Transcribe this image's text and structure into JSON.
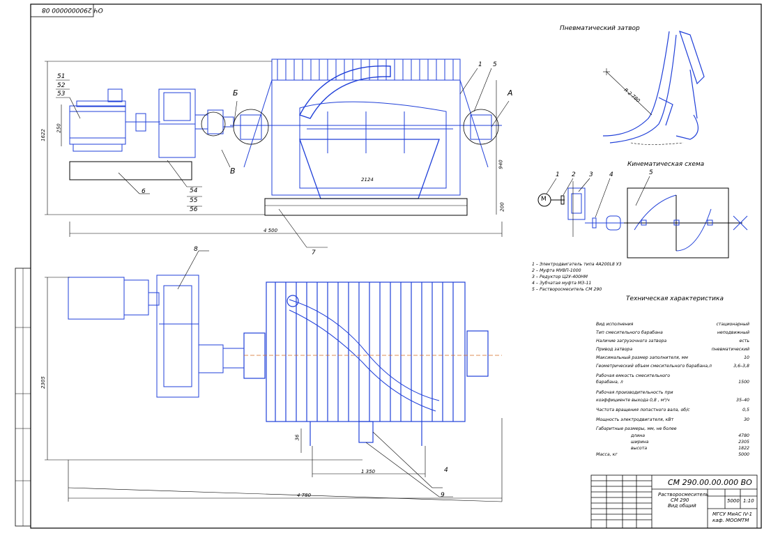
{
  "drawing": {
    "code_top": "ОЧ 2900000000 08",
    "code_main": "СМ 290.00.00.000 ВО",
    "title_lines": [
      "Растворосмеситель",
      "СМ 290",
      "Вид общий"
    ],
    "mass_value": "5000",
    "scale_value": "1:10",
    "org_lines": [
      "МГСУ МиАС IV-1",
      "каф. МООМТМ"
    ],
    "pneumatic_title": "Пневматический затвор",
    "kinematic_title": "Кинематическая схема",
    "tech_title": "Техническая характеристика",
    "motor_symbol": "M"
  },
  "view_labels": {
    "A": "А",
    "B": "Б",
    "V": "В"
  },
  "callouts": {
    "c1": "1",
    "c5": "5",
    "c6": "6",
    "c7": "7",
    "c8": "8",
    "c4": "4",
    "c9": "9",
    "c51": "51",
    "c52": "52",
    "c53": "53",
    "c54": "54",
    "c55": "55",
    "c56": "56"
  },
  "kin_callouts": {
    "k1": "1",
    "k2": "2",
    "k3": "3",
    "k4": "4",
    "k5": "5"
  },
  "dimensions": {
    "d1622": "1622",
    "d250": "250",
    "d4500": "4 500",
    "d2124": "2124",
    "d940": "940",
    "d200": "200",
    "d2305": "2305",
    "d36": "36",
    "d1350": "1 350",
    "d4780": "4 780",
    "d_r": "R 2 780"
  },
  "legend": [
    "1 – Электродвигатель типа 4А200L8 У3",
    "2 – Муфта МУВП-1000",
    "3 – Редуктор Ц2У-400НМ",
    "4 – Зубчатая муфта МЗ-11",
    "5 – Растворосмеситель СМ 290"
  ],
  "specs": [
    {
      "k": "Вид исполнения",
      "v": "стационарный"
    },
    {
      "k": "Тип смесительного барабана",
      "v": "неподвижный"
    },
    {
      "k": "Наличие загрузочного затвора",
      "v": "есть"
    },
    {
      "k": "Привод затвора",
      "v": "пневматический"
    },
    {
      "k": "Максимальный размер заполнителя, мм",
      "v": "10"
    },
    {
      "k": "Геометрический объем смесительного барабана,л",
      "v": "3,6–3,8"
    },
    {
      "k": "Рабочая емкость смесительного",
      "v": ""
    },
    {
      "k": "барабана, л",
      "v": "1500"
    },
    {
      "k": "Рабочая производительность при",
      "v": ""
    },
    {
      "k": "коэффициенте выхода 0,8 , м³/ч",
      "v": "35–40"
    },
    {
      "k": "Частота вращения лопастного вала, об/с",
      "v": "0,5"
    },
    {
      "k": "Мощность электродвигателя, кВт",
      "v": "30"
    },
    {
      "k": "Габаритные размеры, мм, не более",
      "v": ""
    },
    {
      "k": "длина",
      "v": "4780"
    },
    {
      "k": "ширина",
      "v": "2305"
    },
    {
      "k": "высота",
      "v": "1822"
    },
    {
      "k": "Масса, кг",
      "v": "5000"
    }
  ],
  "colors": {
    "blue": "#1f3fd8",
    "line": "#000000",
    "orange": "#d2691e",
    "bg": "#ffffff"
  }
}
